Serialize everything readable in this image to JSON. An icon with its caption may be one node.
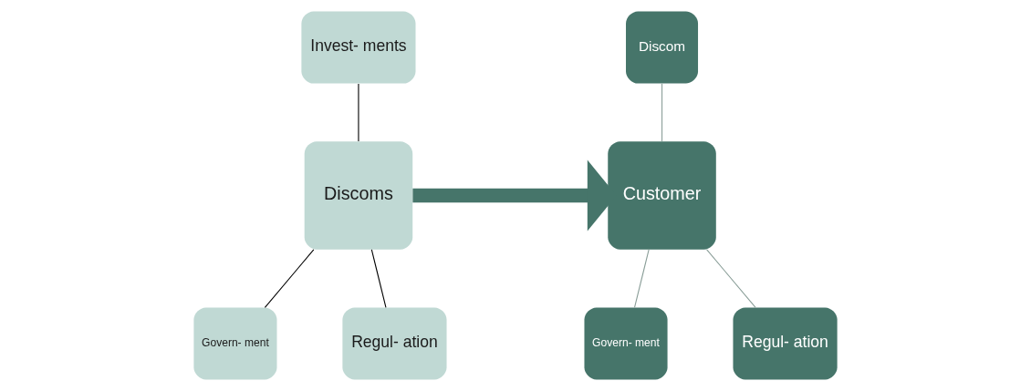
{
  "diagram": {
    "nodes": [
      {
        "text": [
          "Invest- ments"
        ]
      },
      {
        "text": [
          "Discoms"
        ]
      },
      {
        "text": [
          "Govern- ment"
        ]
      },
      {
        "text": [
          "Regul- ation"
        ]
      },
      {
        "text": [
          "Discom"
        ]
      },
      {
        "text": [
          "Customer"
        ]
      },
      {
        "text": [
          "Govern- ment"
        ]
      },
      {
        "text": [
          "Regul- ation"
        ]
      }
    ],
    "edges": [
      {
        "from": 0,
        "to": 1,
        "arrow": "none",
        "color": "#000000"
      },
      {
        "from": 1,
        "to": 2,
        "arrow": "none",
        "color": "#000000"
      },
      {
        "from": 1,
        "to": 3,
        "arrow": "none",
        "color": "#000000"
      },
      {
        "from": 1,
        "to": 5,
        "arrow": "to",
        "style": "thick",
        "color": "#46756a"
      },
      {
        "from": 4,
        "to": 5,
        "arrow": "none",
        "color": "#8a9e98"
      },
      {
        "from": 5,
        "to": 6,
        "arrow": "none",
        "color": "#8a9e98"
      },
      {
        "from": 5,
        "to": 7,
        "arrow": "none",
        "color": "#8a9e98"
      }
    ]
  }
}
